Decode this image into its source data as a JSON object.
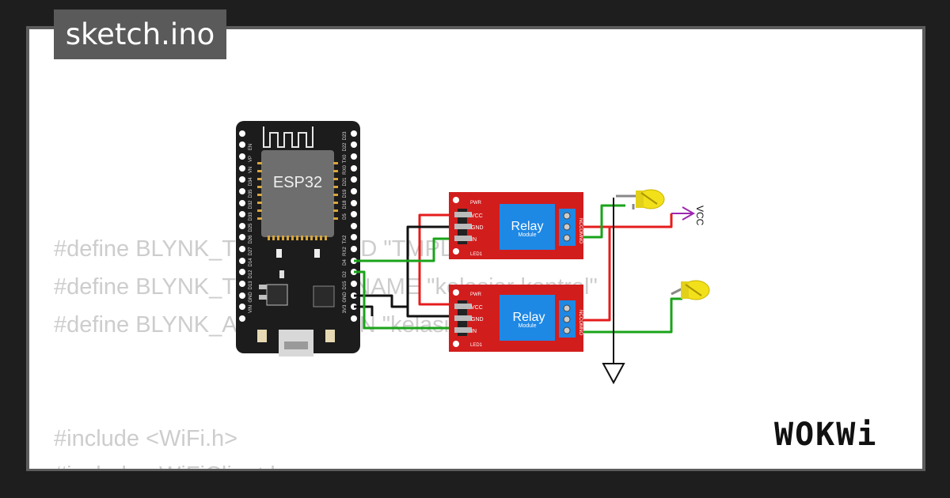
{
  "title": "sketch.ino",
  "code_lines": [
    "#define BLYNK_TEMPLATE_ID \"TMPL6ZXczhchN\"",
    "#define BLYNK_TEMPLATE_NAME \"kelasiar kontrol\"",
    "#define BLYNK_AUTH_TOKEN \"kelasiar...\"",
    "#include <WiFi.h>",
    "#include <WiFiClient.h>"
  ],
  "esp32": {
    "label": "ESP32",
    "left_pins": [
      "EN",
      "VP",
      "VN",
      "D34",
      "D35",
      "D32",
      "D33",
      "D25",
      "D26",
      "D27",
      "D14",
      "D12",
      "D13",
      "GND",
      "VIN"
    ],
    "right_pins": [
      "D23",
      "D22",
      "TX0",
      "RX0",
      "D21",
      "D19",
      "D18",
      "D5",
      "TX2",
      "RX2",
      "D4",
      "D2",
      "D15",
      "GND",
      "3V3"
    ]
  },
  "relays": [
    {
      "label": "Relay",
      "sublabel": "Module",
      "pins": [
        "VCC",
        "GND",
        "IN"
      ],
      "pwr": "PWR",
      "led": "LED1",
      "terminals": [
        "NC",
        "COM",
        "NO"
      ]
    },
    {
      "label": "Relay",
      "sublabel": "Module",
      "pins": [
        "VCC",
        "GND",
        "IN"
      ],
      "pwr": "PWR",
      "led": "LED1",
      "terminals": [
        "NC",
        "COM",
        "NO"
      ]
    }
  ],
  "vcc_label": "VCC",
  "logo": "WOKWi",
  "colors": {
    "relay": "#d21d1d",
    "relay_block": "#1e88e5",
    "led": "#f2e01a",
    "wire_red": "#e51c1c",
    "wire_green": "#1aa31a",
    "wire_black": "#111111",
    "vcc": "#9c27b0"
  }
}
